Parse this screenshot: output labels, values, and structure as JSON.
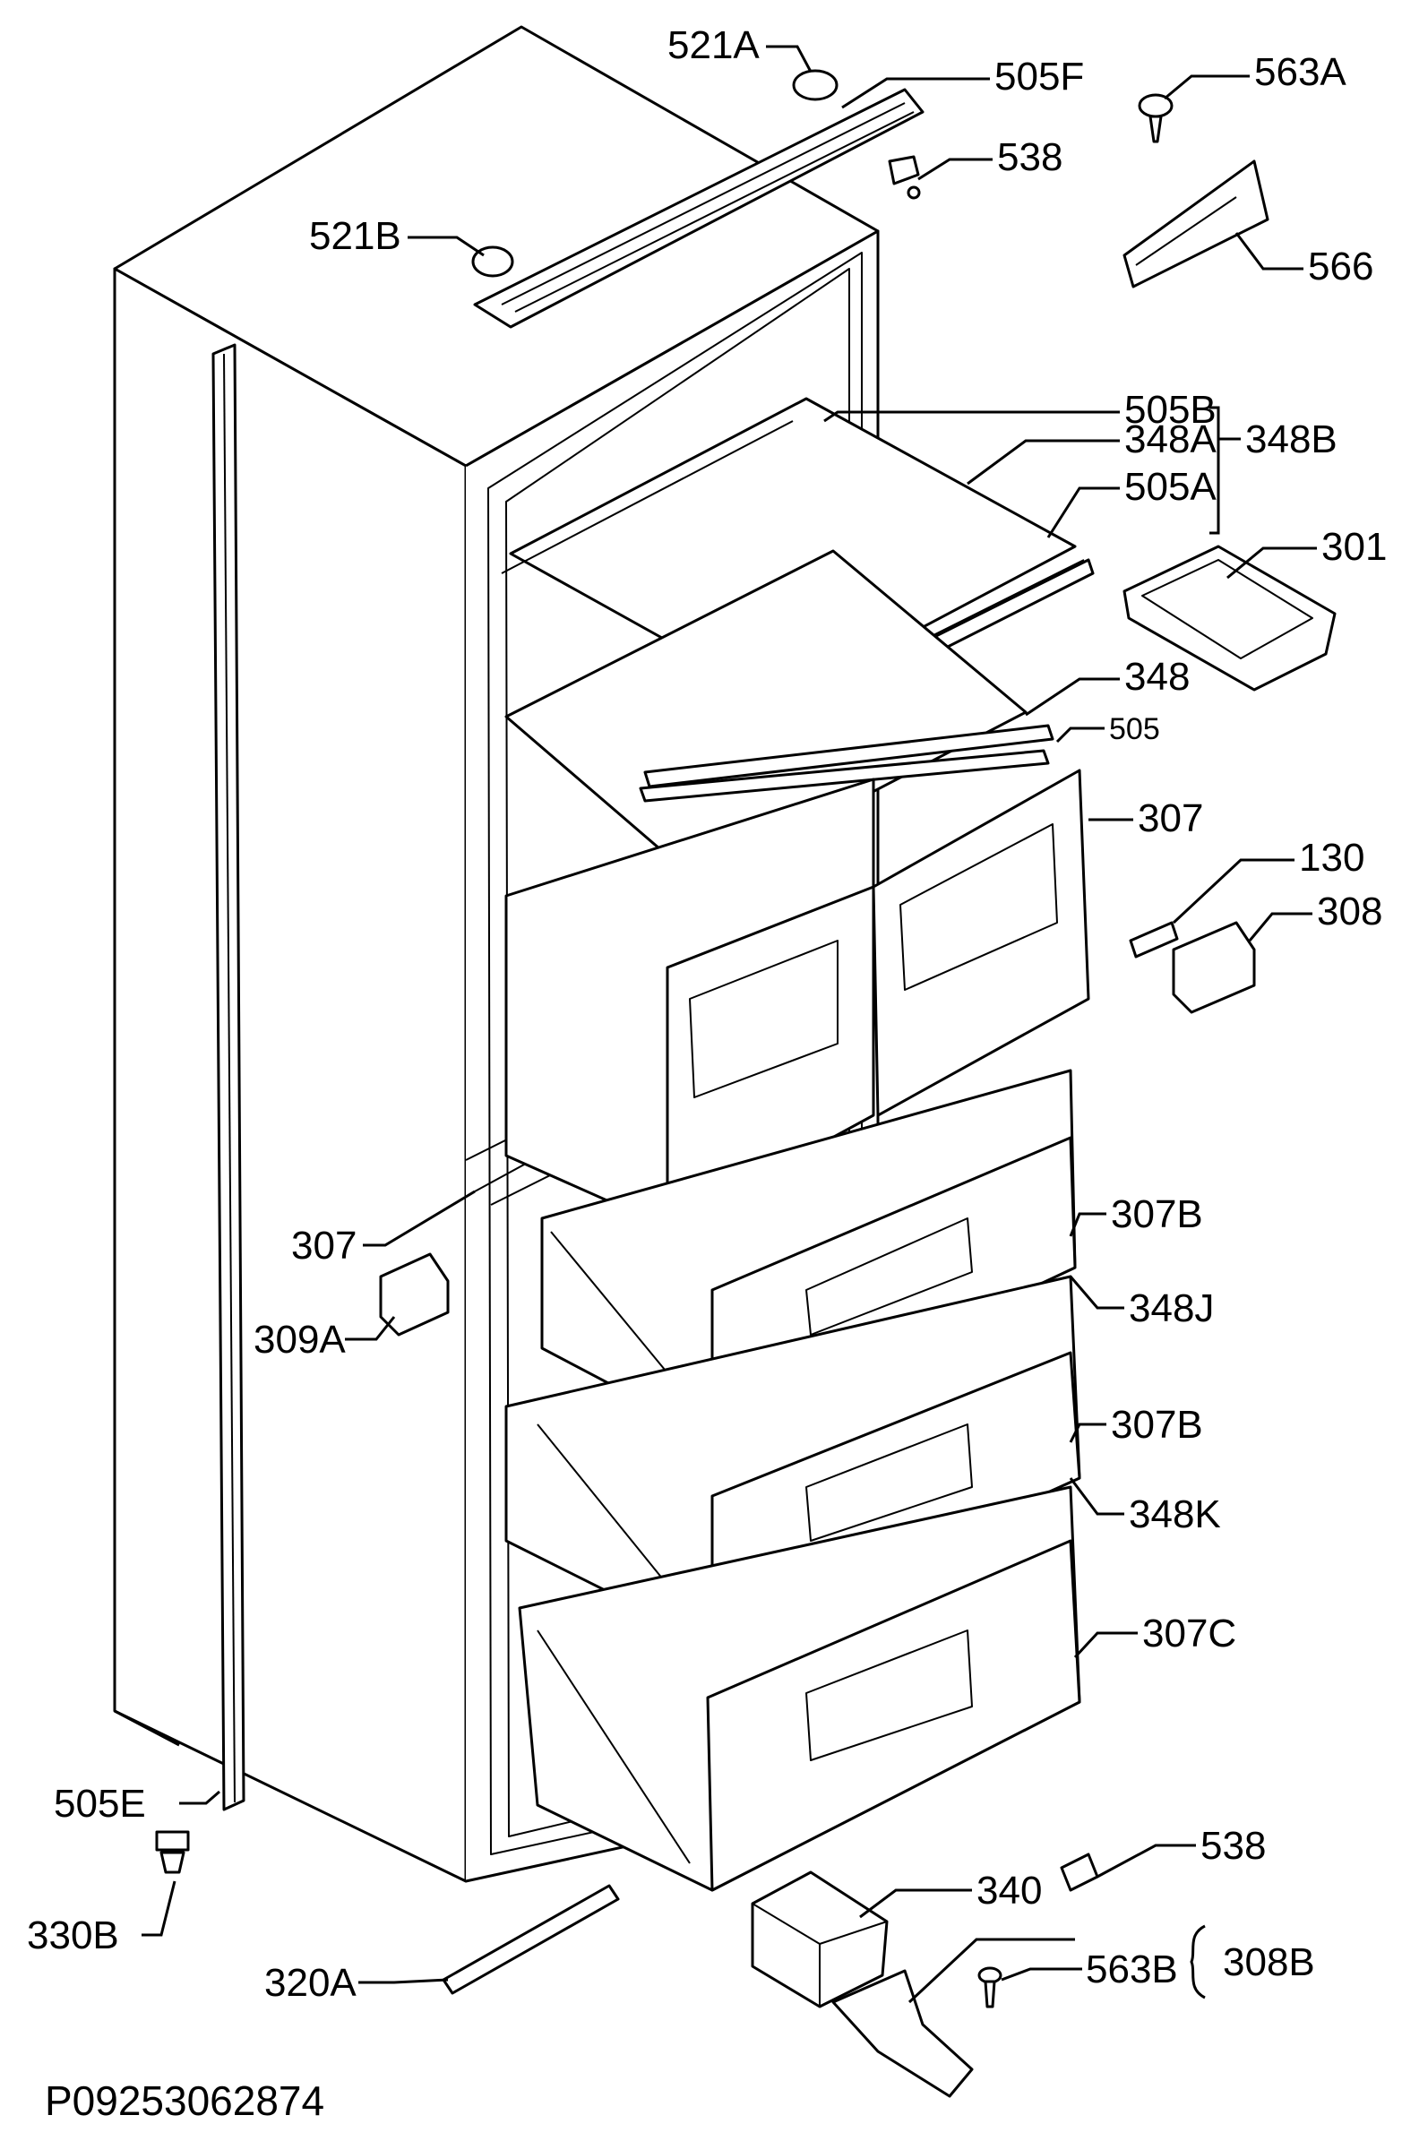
{
  "diagram": {
    "code": "P09253062874",
    "labels": {
      "p521A": "521A",
      "p505F": "505F",
      "p563A": "563A",
      "p538_top": "538",
      "p521B": "521B",
      "p566": "566",
      "p505B": "505B",
      "p348A": "348A",
      "p348B": "348B",
      "p505A": "505A",
      "p301": "301",
      "p348": "348",
      "p505": "505",
      "p307_top": "307",
      "p130": "130",
      "p308": "308",
      "p307_left": "307",
      "p309A": "309A",
      "p307B_1": "307B",
      "p348J": "348J",
      "p307B_2": "307B",
      "p348K": "348K",
      "p307C": "307C",
      "p505E": "505E",
      "p330B": "330B",
      "p538_bot": "538",
      "p340": "340",
      "p308B": "308B",
      "p563B": "563B",
      "p320A": "320A"
    }
  }
}
